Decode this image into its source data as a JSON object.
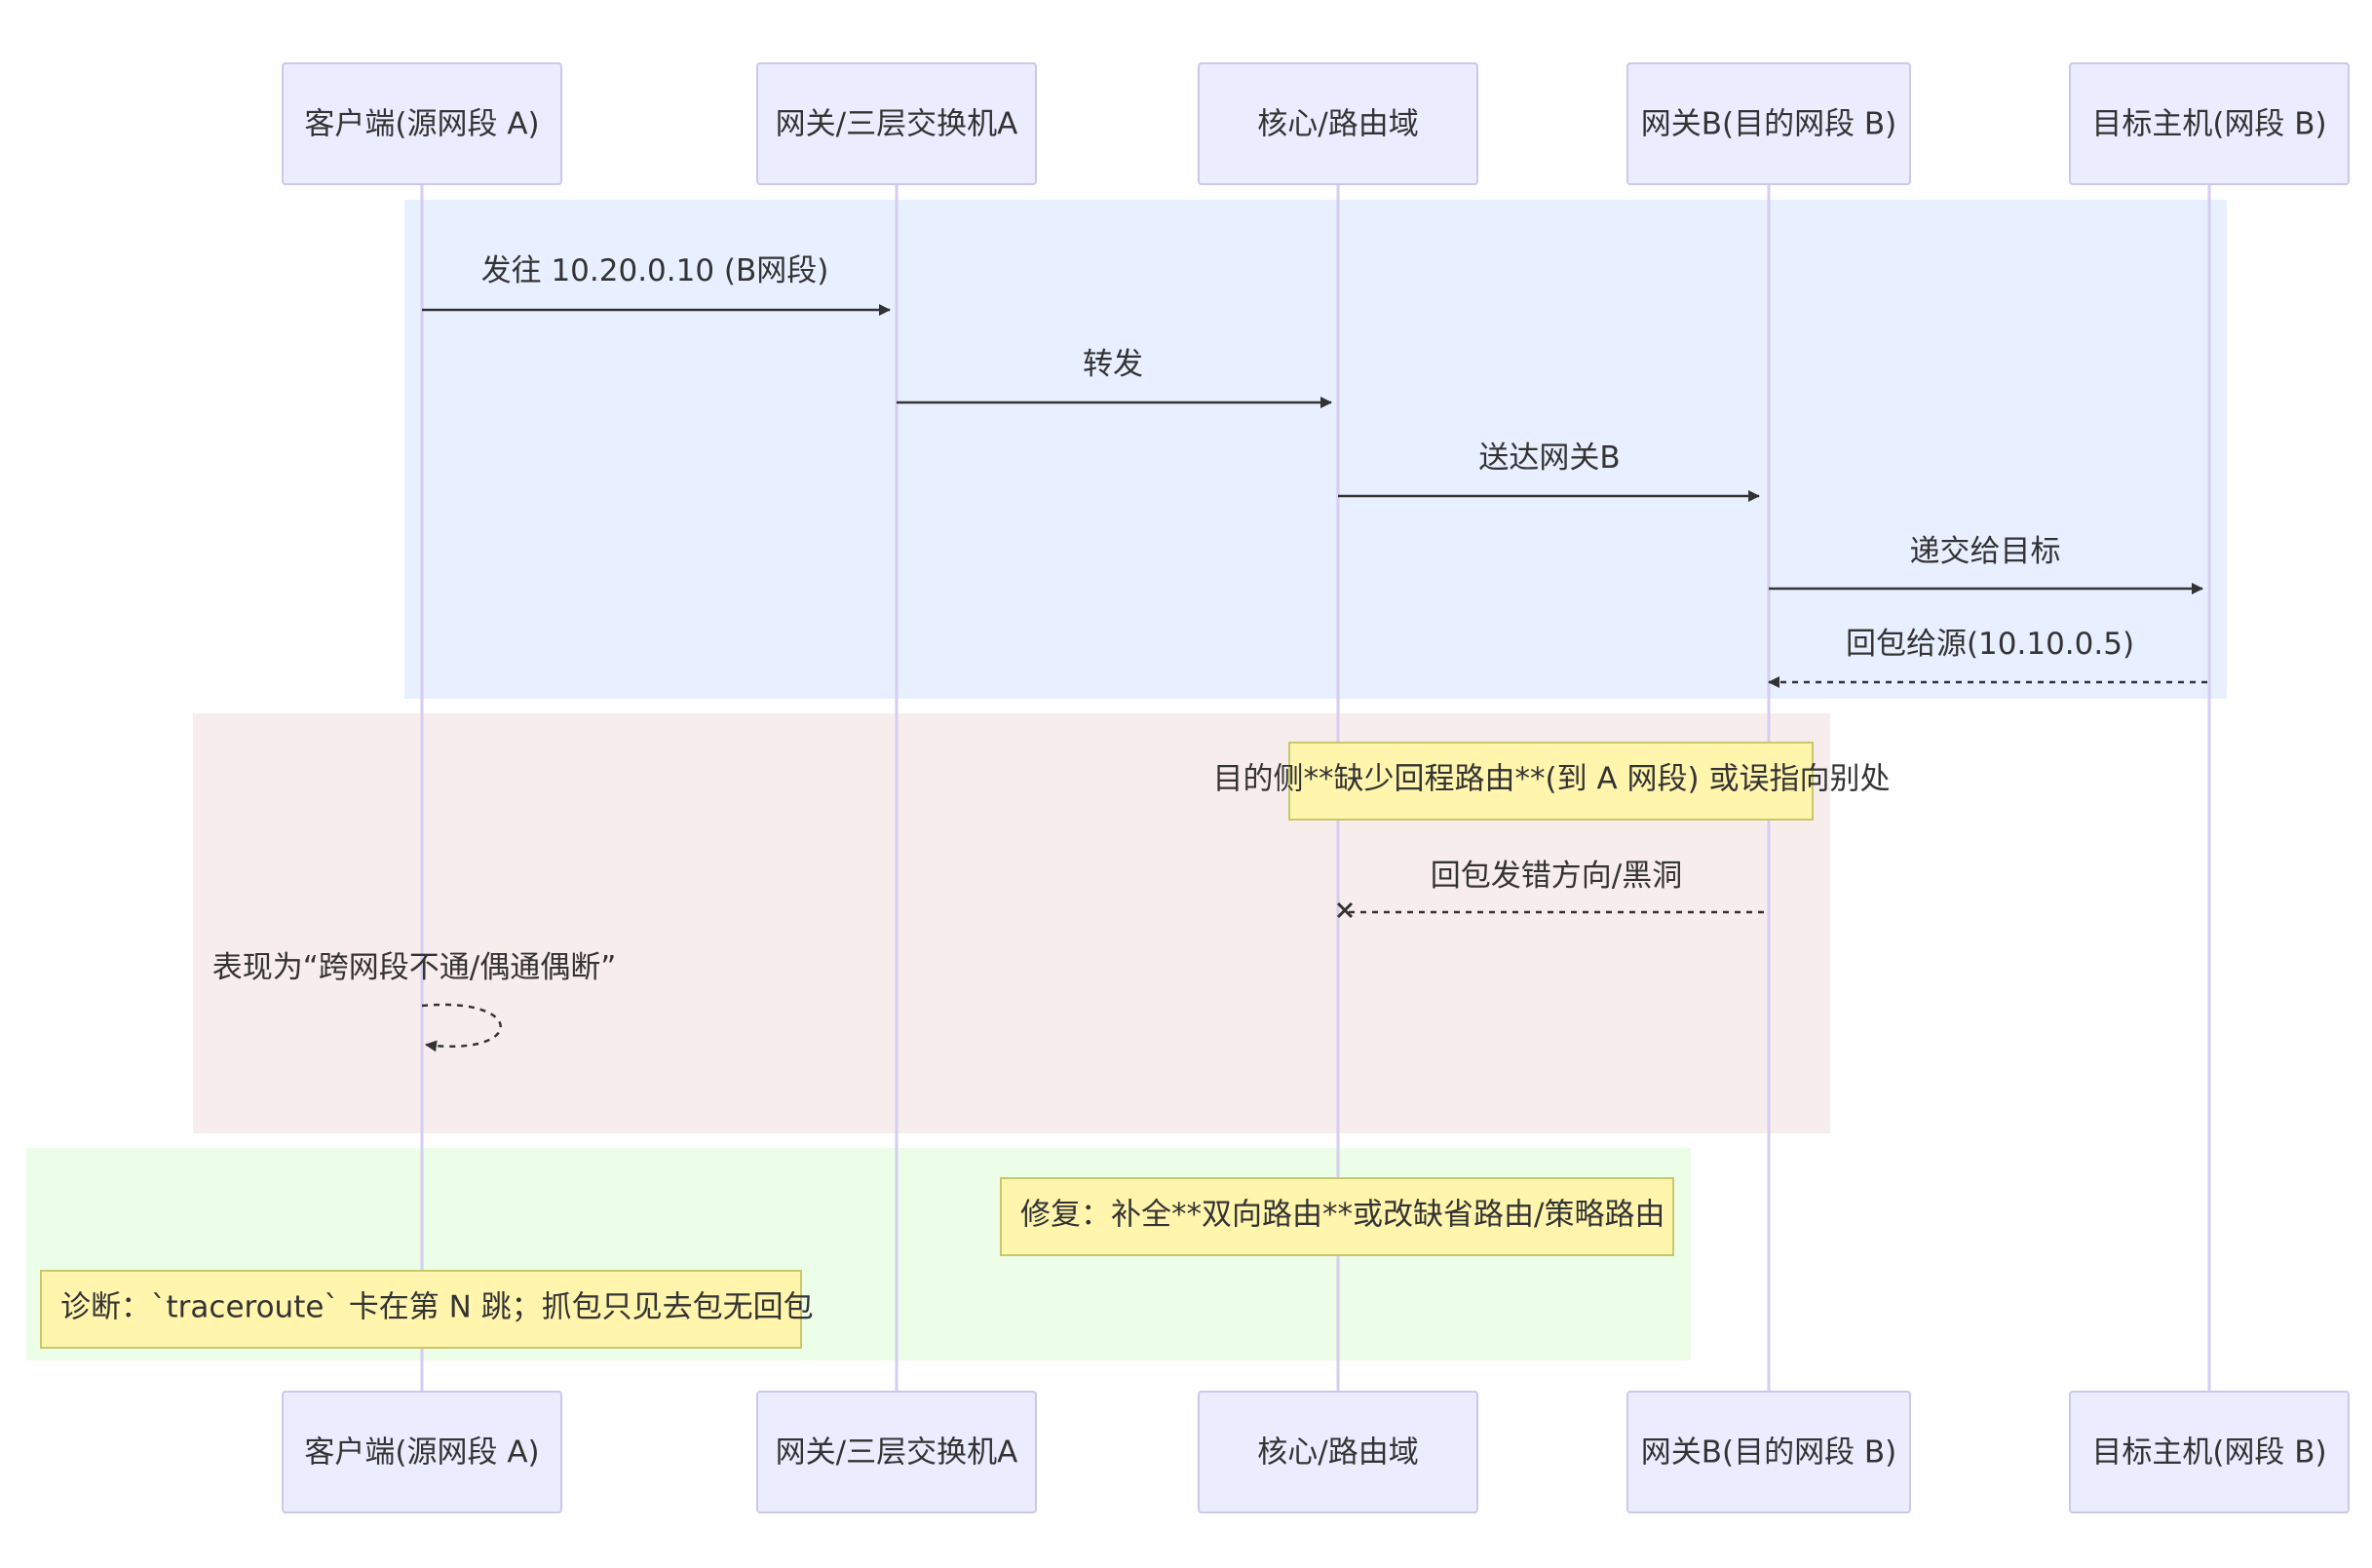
{
  "actors": [
    {
      "id": "client",
      "label": "客户端(源网段 A)"
    },
    {
      "id": "gwA",
      "label": "网关/三层交换机A"
    },
    {
      "id": "core",
      "label": "核心/路由域"
    },
    {
      "id": "gwB",
      "label": "网关B(目的网段 B)"
    },
    {
      "id": "host",
      "label": "目标主机(网段 B)"
    }
  ],
  "messages": [
    {
      "from": "client",
      "to": "gwA",
      "label": "发往 10.20.0.10 (B网段)",
      "style": "solid",
      "head": "arrow"
    },
    {
      "from": "gwA",
      "to": "core",
      "label": "转发",
      "style": "solid",
      "head": "arrow"
    },
    {
      "from": "core",
      "to": "gwB",
      "label": "送达网关B",
      "style": "solid",
      "head": "arrow"
    },
    {
      "from": "gwB",
      "to": "host",
      "label": "递交给目标",
      "style": "solid",
      "head": "arrow"
    },
    {
      "from": "host",
      "to": "gwB",
      "label": "回包给源(10.10.0.5)",
      "style": "dotted",
      "head": "arrow"
    },
    {
      "from": "gwB",
      "to": "core",
      "label": "回包发错方向/黑洞",
      "style": "dotted",
      "head": "cross"
    },
    {
      "from": "client",
      "to": "client",
      "label": "表现为“跨网段不通/偶通偶断”",
      "style": "dotted",
      "head": "arrow"
    }
  ],
  "notes": [
    {
      "text": "目的侧**缺少回程路由**(到 A 网段) 或误指向别处"
    },
    {
      "text": "修复：补全**双向路由**或改缺省路由/策略路由"
    },
    {
      "text": "诊断：`traceroute` 卡在第 N 跳；抓包只见去包无回包"
    }
  ],
  "colors": {
    "actor_fill": "#ececff",
    "actor_border": "#c9c9ee",
    "lifeline": "#d5cdf2",
    "note_fill": "#fff5ad",
    "note_border": "#c8c86a",
    "rect_blue": "#e8efff",
    "rect_pink": "#f8eded",
    "rect_green": "#ecfde8",
    "text": "#333333"
  }
}
